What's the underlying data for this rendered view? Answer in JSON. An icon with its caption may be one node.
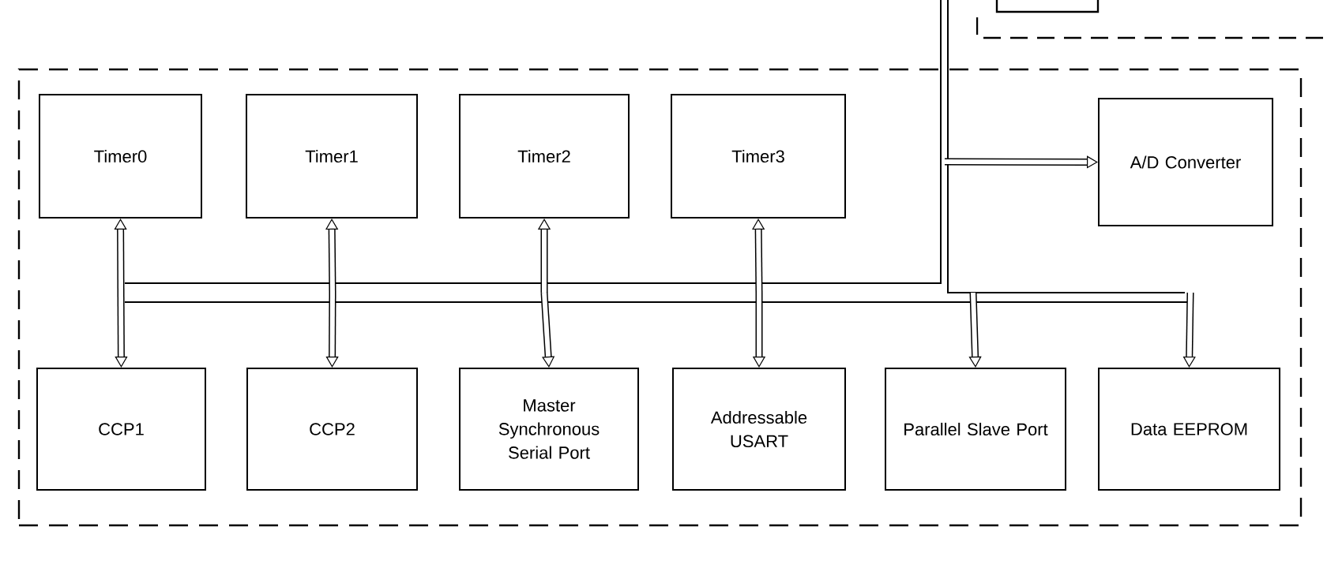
{
  "diagram": {
    "nodes": [
      {
        "text": [],
        "shape": "box"
      },
      {
        "text": [
          "Timer0"
        ],
        "in": 0
      },
      {
        "text": [
          "Timer1"
        ],
        "in": 0
      },
      {
        "text": [
          "Timer2"
        ],
        "in": 0
      },
      {
        "text": [
          "Timer3"
        ],
        "in": 0
      },
      {
        "text": [
          "A/D Converter"
        ],
        "in": 0
      },
      {
        "text": [
          "CCP1"
        ],
        "in": 0
      },
      {
        "text": [
          "CCP2"
        ],
        "in": 0
      },
      {
        "text": [
          "Master Synchronous Serial Port"
        ],
        "in": 0
      },
      {
        "text": [
          "Addressable USART"
        ],
        "in": 0
      },
      {
        "text": [
          "Parallel Slave Port"
        ],
        "in": 0
      },
      {
        "text": [
          "Data EEPROM"
        ],
        "in": 0
      }
    ],
    "edges": [
      {
        "from": null,
        "to": 1,
        "arrow": "to"
      },
      {
        "from": null,
        "to": 2,
        "arrow": "to"
      },
      {
        "from": null,
        "to": 3,
        "arrow": "to"
      },
      {
        "from": null,
        "to": 4,
        "arrow": "to"
      },
      {
        "from": null,
        "to": 5,
        "arrow": "to"
      },
      {
        "from": null,
        "to": 6,
        "arrow": "to"
      },
      {
        "from": null,
        "to": 7,
        "arrow": "to"
      },
      {
        "from": null,
        "to": 8,
        "arrow": "to"
      },
      {
        "from": null,
        "to": 9,
        "arrow": "to"
      },
      {
        "from": null,
        "to": 10,
        "arrow": "to"
      },
      {
        "from": null,
        "to": 11,
        "arrow": "to"
      }
    ]
  }
}
